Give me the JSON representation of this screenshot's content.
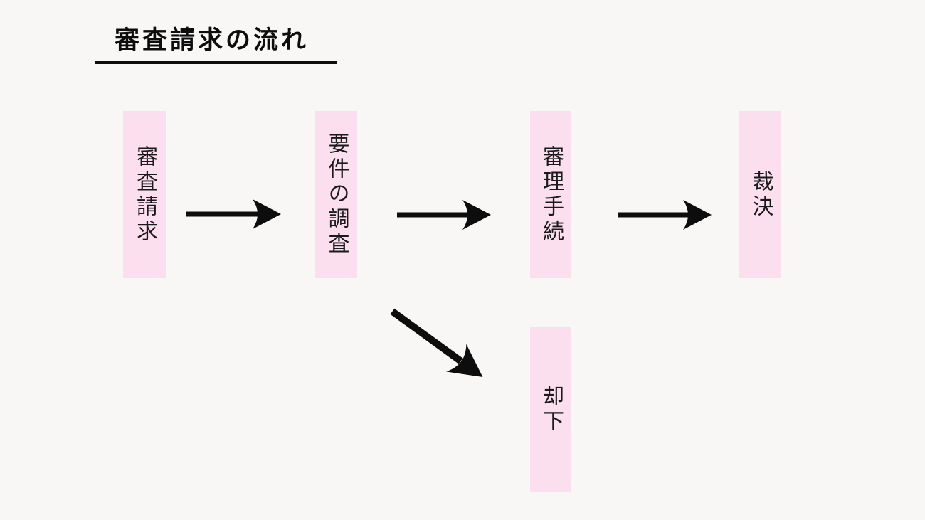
{
  "title": {
    "text": "審査請求の流れ"
  },
  "colors": {
    "background": "#f8f7f5",
    "node_fill": "#fcdfee",
    "ink": "#0d0d0d",
    "text": "#1a1a1a"
  },
  "diagram": {
    "type": "flowchart",
    "direction": "left-to-right",
    "text_orientation": "vertical",
    "nodes": [
      {
        "id": "shinsa-seikyu",
        "label": "審査請求"
      },
      {
        "id": "yoken-no-chosa",
        "label": "要件の調査"
      },
      {
        "id": "shinri-tetsuzuki",
        "label": "審理手続"
      },
      {
        "id": "saiketsu",
        "label": "裁決"
      },
      {
        "id": "kyakka",
        "label": "却下"
      }
    ],
    "edges": [
      {
        "from": "審査請求",
        "to": "要件の調査",
        "style": "straight-arrow"
      },
      {
        "from": "要件の調査",
        "to": "審理手続",
        "style": "straight-arrow"
      },
      {
        "from": "審理手続",
        "to": "裁決",
        "style": "straight-arrow"
      },
      {
        "from": "要件の調査",
        "to": "却下",
        "style": "diagonal-arrow"
      }
    ]
  }
}
